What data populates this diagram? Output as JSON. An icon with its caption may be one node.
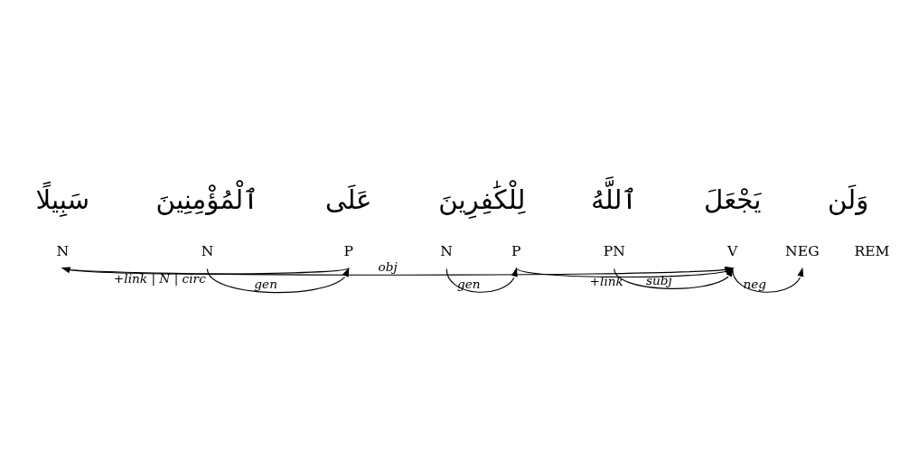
{
  "diagram": {
    "nodes": [
      {
        "text": [
          "سَبِيلًا"
        ]
      },
      {
        "text": [
          "N"
        ]
      },
      {
        "text": [
          "ٱلْمُؤْمِنِينَ"
        ]
      },
      {
        "text": [
          "N"
        ]
      },
      {
        "text": [
          "عَلَى"
        ]
      },
      {
        "text": [
          "P"
        ]
      },
      {
        "text": [
          "لِلْكَٰفِرِينَ"
        ]
      },
      {
        "text": [
          "N"
        ]
      },
      {
        "text": [
          "P"
        ]
      },
      {
        "text": [
          "ٱللَّهُ"
        ]
      },
      {
        "text": [
          "PN"
        ]
      },
      {
        "text": [
          "يَجْعَلَ"
        ]
      },
      {
        "text": [
          "V"
        ]
      },
      {
        "text": [
          "وَلَن"
        ]
      },
      {
        "text": [
          "NEG"
        ]
      },
      {
        "text": [
          "REM"
        ]
      }
    ],
    "edges": [
      {
        "from": 3,
        "to": 5,
        "arrow": "to",
        "label": "gen"
      },
      {
        "from": 7,
        "to": 8,
        "arrow": "to",
        "label": "gen"
      },
      {
        "from": 10,
        "to": 12,
        "arrow": "to",
        "label": "subj"
      },
      {
        "from": 12,
        "to": 14,
        "arrow": "to",
        "label": "neg"
      },
      {
        "from": 5,
        "to": 1,
        "arrow": "to",
        "label": "+link | N | circ"
      },
      {
        "from": 8,
        "to": 12,
        "arrow": "to",
        "label": "+link"
      },
      {
        "from": 1,
        "to": 12,
        "arrow": "to",
        "label": "obj"
      }
    ]
  }
}
